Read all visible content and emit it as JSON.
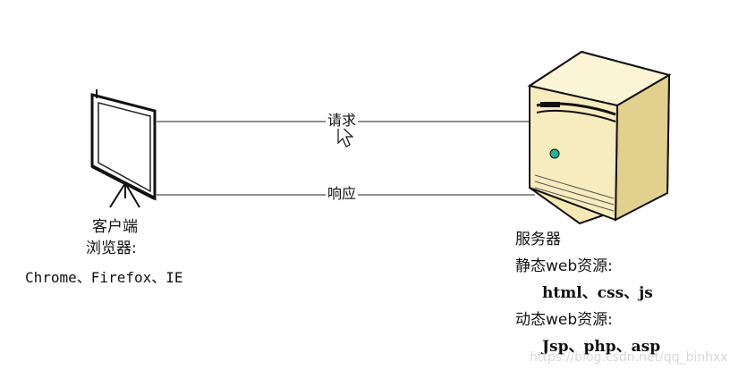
{
  "diagram": {
    "edges": {
      "request_label": "请求",
      "response_label": "响应"
    },
    "client": {
      "title": "客户端",
      "subtitle": "浏览器:",
      "examples": "Chrome、Firefox、IE"
    },
    "server": {
      "title": "服务器",
      "static_heading": "静态web资源:",
      "static_items": "html、css、js",
      "dynamic_heading": "动态web资源:",
      "dynamic_items": "Jsp、php、asp"
    },
    "icons": {
      "client": "projector-screen-icon",
      "server": "server-tower-icon",
      "cursor": "mouse-cursor-icon"
    }
  },
  "watermark": "https://blog.csdn.net/qq_binhxx"
}
